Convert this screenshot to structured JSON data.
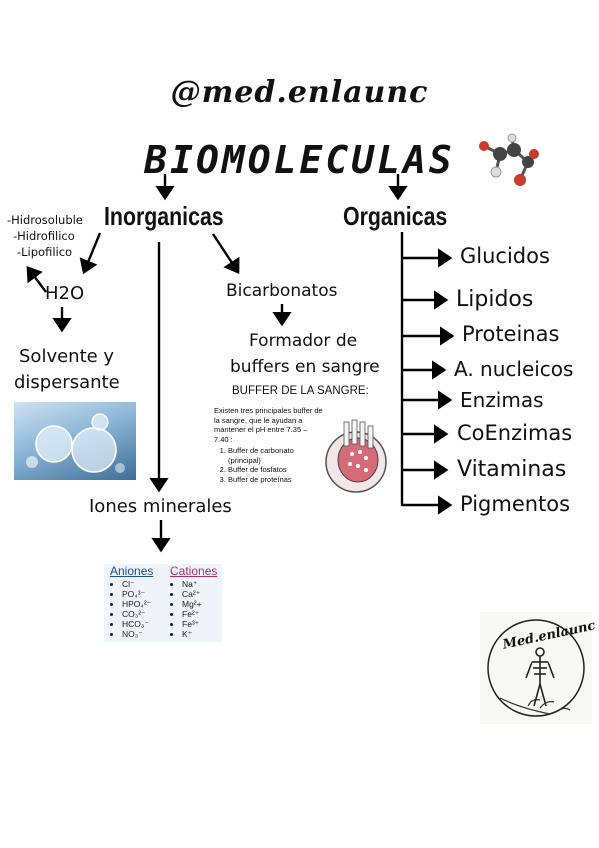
{
  "header": {
    "handle": "@med.enlaunc",
    "title": "BIOMOLECULAS"
  },
  "inorganicas": {
    "label": "Inorganicas",
    "properties": [
      "-Hidrosoluble",
      "-Hidrofilico",
      "-Lipofilico"
    ],
    "h2o": "H2O",
    "h2o_role_1": "Solvente y",
    "h2o_role_2": "dispersante",
    "bicarbonatos": "Bicarbonatos",
    "formador_1": "Formador de",
    "formador_2": "buffers en sangre",
    "buffer": {
      "heading": "BUFFER DE LA SANGRE:",
      "intro": "Existen tres principales buffer de la sangre, que le ayudan a mantener el pH entre 7.35 – 7.40 :",
      "items": [
        "Buffer de carbonato (principal)",
        "Buffer de fosfatos",
        "Buffer de proteínas"
      ]
    },
    "iones": "Iones minerales",
    "ions_table": {
      "aniones_header": "Aniones",
      "cationes_header": "Cationes",
      "aniones": [
        "Cl⁻",
        "PO₄³⁻",
        "HPO₄²⁻",
        "CO₃²⁻",
        "HCO₃⁻",
        "NO₃⁻"
      ],
      "cationes": [
        "Na⁺",
        "Ca²⁺",
        "Mg²+",
        "Fe²⁺",
        "Fe³⁺",
        "K⁺"
      ],
      "aniones_color": "#1f4e9c",
      "cationes_color": "#b0306a"
    }
  },
  "organicas": {
    "label": "Organicas",
    "items": [
      "Glucidos",
      "Lipidos",
      "Proteinas",
      "A. nucleicos",
      "Enzimas",
      "CoEnzimas",
      "Vitaminas",
      "Pigmentos"
    ]
  },
  "logo": {
    "text": "Med.enlaunc"
  }
}
